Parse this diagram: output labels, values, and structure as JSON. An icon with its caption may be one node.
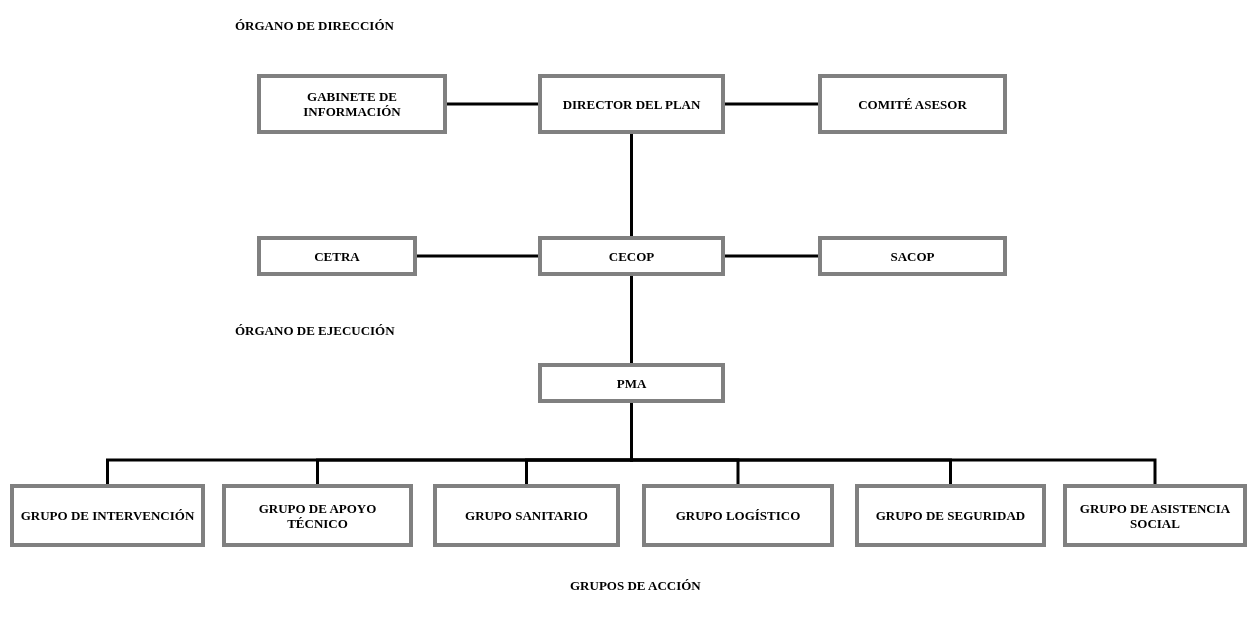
{
  "diagram": {
    "nodes": [
      {
        "text": [
          "GABINETE DE INFORMACIÓN"
        ]
      },
      {
        "text": [
          "DIRECTOR DEL PLAN"
        ]
      },
      {
        "text": [
          "COMITÉ ASESOR"
        ]
      },
      {
        "text": [
          "CETRA"
        ]
      },
      {
        "text": [
          "CECOP"
        ]
      },
      {
        "text": [
          "SACOP"
        ]
      },
      {
        "text": [
          "PMA"
        ]
      },
      {
        "text": [
          "GRUPO DE INTERVENCIÓN"
        ]
      },
      {
        "text": [
          "GRUPO DE APOYO TÉCNICO"
        ]
      },
      {
        "text": [
          "GRUPO SANITARIO"
        ]
      },
      {
        "text": [
          "GRUPO LOGÍSTICO"
        ]
      },
      {
        "text": [
          "GRUPO DE SEGURIDAD"
        ]
      },
      {
        "text": [
          "GRUPO DE ASISTENCIA SOCIAL"
        ]
      }
    ],
    "edges": [
      {
        "from": 0,
        "to": 1,
        "arrow": "none"
      },
      {
        "from": 1,
        "to": 2,
        "arrow": "none"
      },
      {
        "from": 1,
        "to": 4,
        "arrow": "none"
      },
      {
        "from": 3,
        "to": 4,
        "arrow": "none"
      },
      {
        "from": 4,
        "to": 5,
        "arrow": "none"
      },
      {
        "from": 4,
        "to": 6,
        "arrow": "none"
      },
      {
        "from": 6,
        "to": 7,
        "arrow": "none"
      },
      {
        "from": 6,
        "to": 8,
        "arrow": "none"
      },
      {
        "from": 6,
        "to": 9,
        "arrow": "none"
      },
      {
        "from": 6,
        "to": 10,
        "arrow": "none"
      },
      {
        "from": 6,
        "to": 11,
        "arrow": "none"
      },
      {
        "from": 6,
        "to": 12,
        "arrow": "none"
      }
    ],
    "labels": [
      "ÓRGANO DE DIRECCIÓN",
      "ÓRGANO DE EJECUCIÓN",
      "GRUPOS DE ACCIÓN"
    ]
  }
}
